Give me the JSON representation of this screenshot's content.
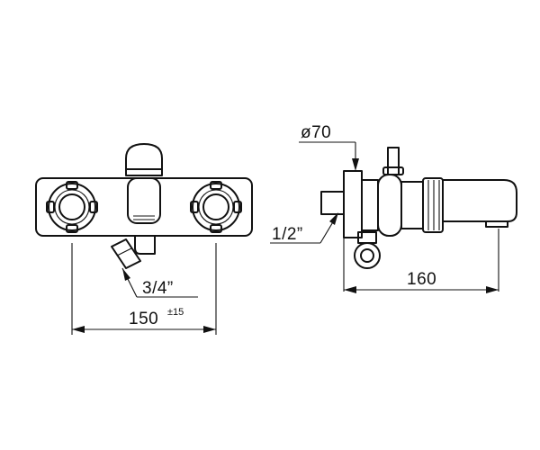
{
  "front_view": {
    "width_dim": "150",
    "width_tol": "±15",
    "inlet_size": "3/4”"
  },
  "side_view": {
    "diameter_label": "ø70",
    "connection_size": "1/2”",
    "depth_dim": "160"
  }
}
